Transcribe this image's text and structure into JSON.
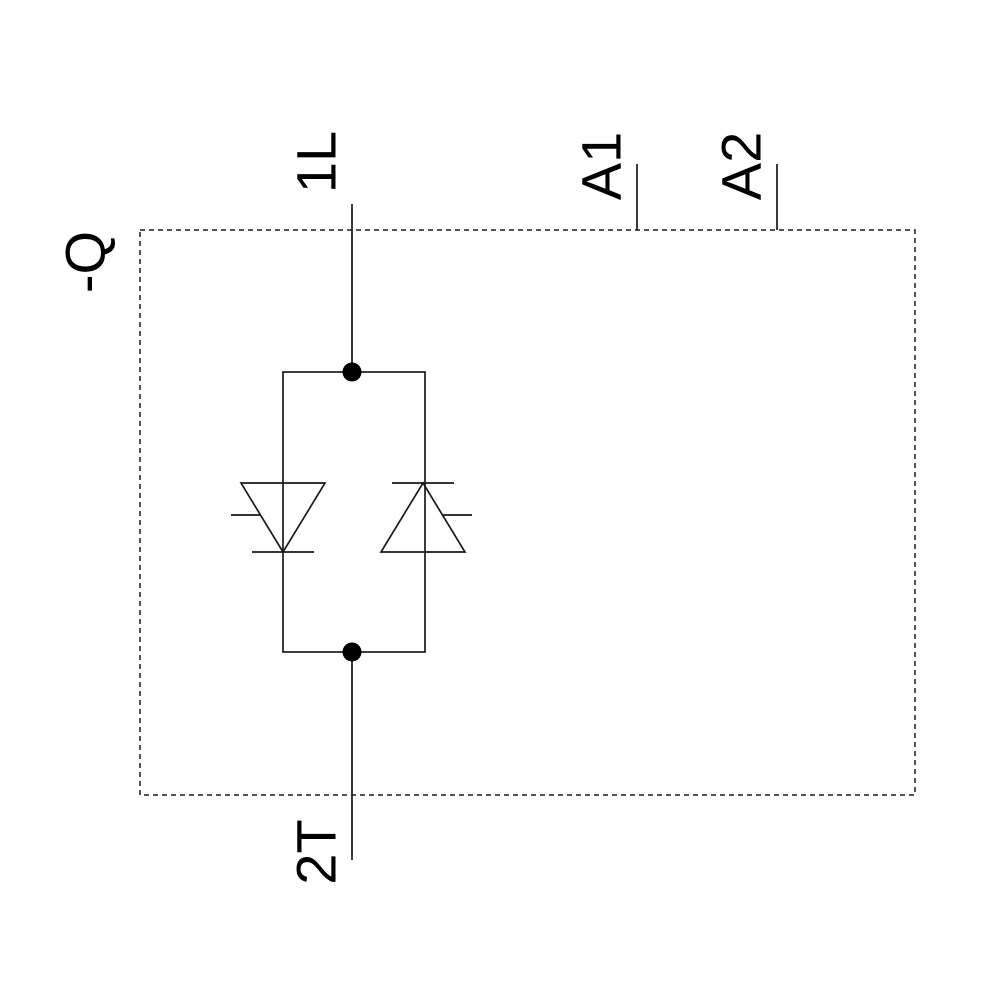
{
  "diagram": {
    "device_ref": "-Q",
    "terminals": {
      "line_input": "1L",
      "load_output": "2T",
      "control_a1": "A1",
      "control_a2": "A2"
    }
  },
  "style": {
    "background": "#ffffff",
    "line_color": "#1a1a1a",
    "text_color": "#000000"
  }
}
